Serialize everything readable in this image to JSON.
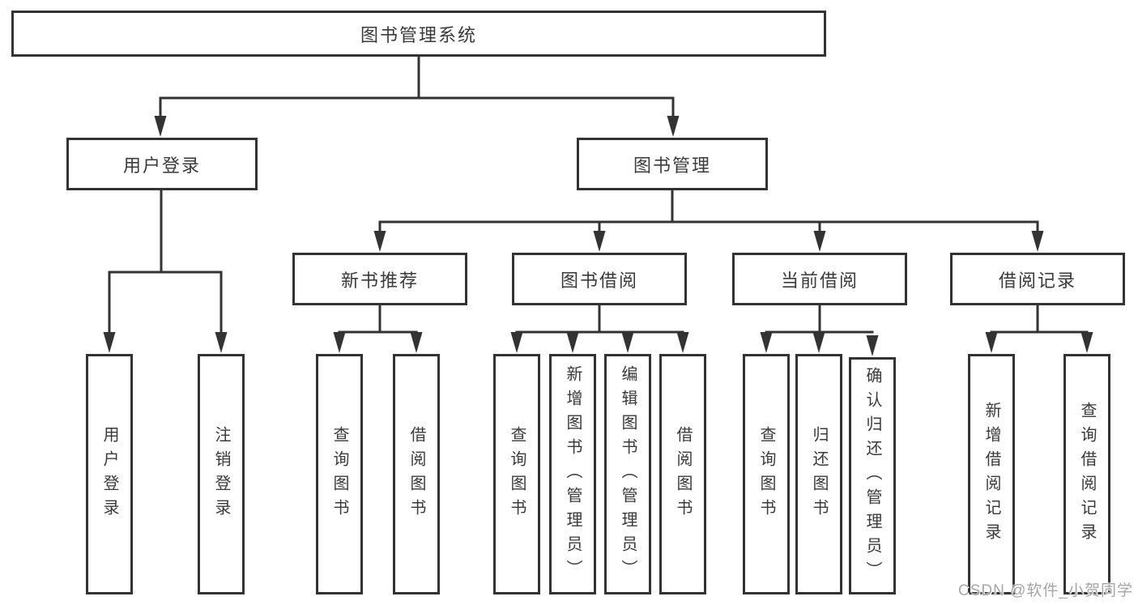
{
  "diagram_title": "图书管理系统",
  "tree": {
    "root": {
      "label": "图书管理系统"
    },
    "branches": [
      {
        "label": "用户登录",
        "leaves": [
          {
            "label": "用户登录"
          },
          {
            "label": "注销登录"
          }
        ]
      },
      {
        "label": "图书管理",
        "groups": [
          {
            "label": "新书推荐",
            "leaves": [
              {
                "label": "查询图书"
              },
              {
                "label": "借阅图书"
              }
            ]
          },
          {
            "label": "图书借阅",
            "leaves": [
              {
                "label": "查询图书"
              },
              {
                "label": "新增图书（管理员）"
              },
              {
                "label": "编辑图书（管理员）"
              },
              {
                "label": "借阅图书"
              }
            ]
          },
          {
            "label": "当前借阅",
            "leaves": [
              {
                "label": "查询图书"
              },
              {
                "label": "归还图书"
              },
              {
                "label": "确认归还（管理员）"
              }
            ]
          },
          {
            "label": "借阅记录",
            "leaves": [
              {
                "label": "新增借阅记录"
              },
              {
                "label": "查询借阅记录"
              }
            ]
          }
        ]
      }
    ]
  },
  "watermark": {
    "text": "CSDN @软件_小贺同学"
  },
  "colors": {
    "line": "#333333",
    "box_border": "#333333",
    "text": "#3a3a3a",
    "background": "#ffffff",
    "watermark_text": "#a6a6a6"
  }
}
